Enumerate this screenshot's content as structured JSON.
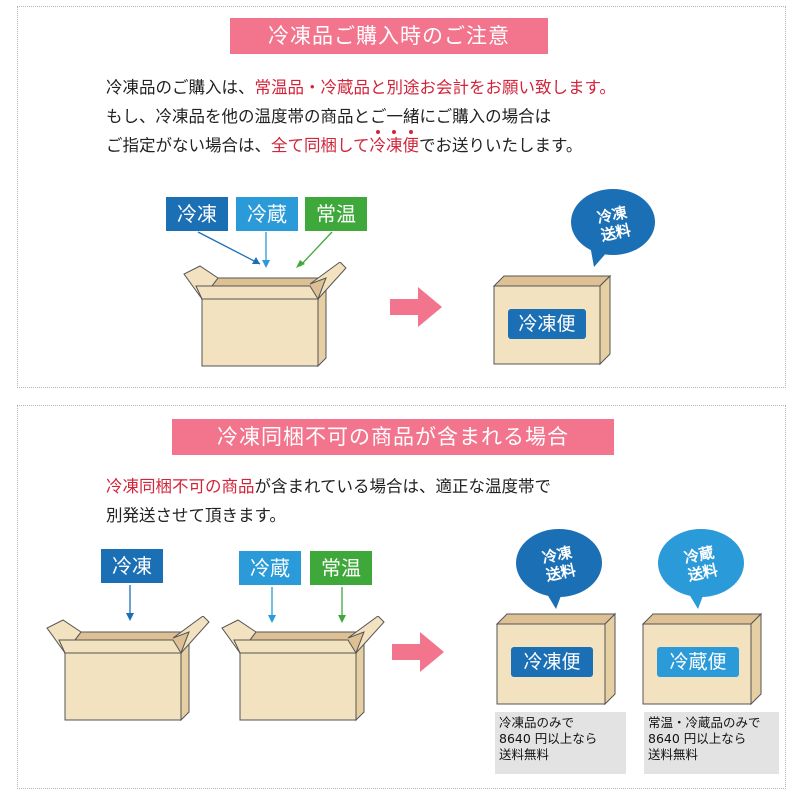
{
  "colors": {
    "header_bg": "#f2748d",
    "highlight_text": "#d2243a",
    "freeze": "#1b6fb5",
    "chill": "#2a9ad9",
    "normal": "#3ea83a",
    "arrow": "#f2748d",
    "box_face": "#f3e2c0",
    "box_outline": "#555555"
  },
  "section1": {
    "title": "冷凍品ご購入時のご注意",
    "line1_a": "冷凍品のご購入は、",
    "line1_b": "常温品・冷蔵品と別途お会計をお願い致します。",
    "line2": "もし、冷凍品を他の温度帯の商品とご一緒にご購入の場合は",
    "line3_a": "ご指定がない場合は、",
    "line3_b": "全て同梱して",
    "line3_c1": "冷",
    "line3_c2": "凍",
    "line3_c3": "便",
    "line3_d": "でお送りいたします。",
    "tags": [
      "冷凍",
      "冷蔵",
      "常温"
    ],
    "bubble_line1": "冷凍",
    "bubble_line2": "送料",
    "box_label": "冷凍便"
  },
  "section2": {
    "title": "冷凍同梱不可の商品が含まれる場合",
    "line1_a": "冷凍同梱不可の商品",
    "line1_b": "が含まれている場合は、適正な温度帯で",
    "line2": "別発送させて頂きます。",
    "tag_left": "冷凍",
    "tag_mid": "冷蔵",
    "tag_right": "常温",
    "bubble1_line1": "冷凍",
    "bubble1_line2": "送料",
    "bubble2_line1": "冷蔵",
    "bubble2_line2": "送料",
    "box1_label": "冷凍便",
    "box2_label": "冷蔵便",
    "note1": [
      "冷凍品のみで",
      "8640 円以上なら",
      "送料無料"
    ],
    "note2": [
      "常温・冷蔵品のみで",
      "8640 円以上なら",
      "送料無料"
    ]
  }
}
